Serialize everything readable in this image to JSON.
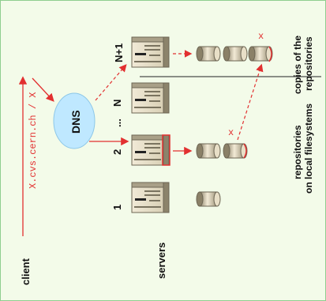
{
  "labels": {
    "client": "client",
    "address": "X.cvs.cern.ch / X",
    "dns": "DNS",
    "servers": "servers",
    "server_1": "1",
    "server_2": "2",
    "ellipsis": "...",
    "server_n": "N",
    "server_n1": "N+1",
    "repos_line1": "repositories",
    "repos_line2": "on local filesystems",
    "copies_line1": "copies of the",
    "copies_line2": "repositories",
    "mark_x1": "x",
    "mark_x2": "x"
  },
  "colors": {
    "background": "#f3fbe9",
    "border": "#8fce8f",
    "accent": "#e23030",
    "dns_fill": "#bfe8ff",
    "divider": "#222222"
  }
}
